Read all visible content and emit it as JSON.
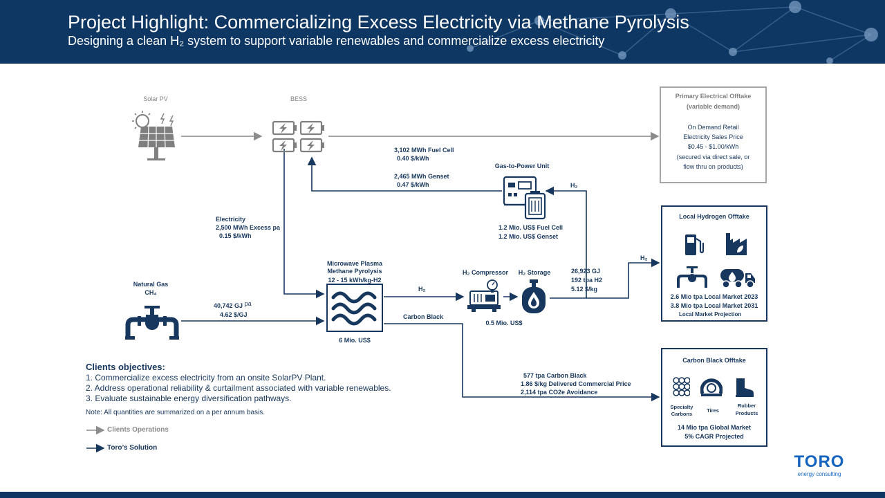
{
  "header": {
    "title": "Project Highlight: Commercializing Excess Electricity via Methane Pyrolysis",
    "subtitle": "Designing a clean H₂ system to support variable renewables and commercialize excess electricity"
  },
  "nodes": {
    "solar_pv": "Solar PV",
    "bess": "BESS",
    "natural_gas_line1": "Natural Gas",
    "natural_gas_line2": "CH₄",
    "pyrolysis_line1": "Microwave Plasma",
    "pyrolysis_line2": "Methane Pyrolysis",
    "pyrolysis_line3": "12 - 15 kWh/kg-H2",
    "pyrolysis_cost": "6 Mio. US$",
    "gas_to_power": "Gas-to-Power Unit",
    "gas_to_power_cost1": "1.2 Mio. US$ Fuel Cell",
    "gas_to_power_cost2": "1.2 Mio. US$ Genset",
    "compressor": "H₂ Compressor",
    "compressor_cost": "0.5 Mio. US$",
    "storage": "H₂ Storage"
  },
  "flows": {
    "fuel_cell_mwh": "3,102  MWh Fuel Cell",
    "fuel_cell_price": "0.40  $/kWh",
    "genset_mwh": "2,465  MWh Genset",
    "genset_price": "0.47  $/kWh",
    "electricity_title": "Electricity",
    "electricity_mwh": "2,500  MWh Excess  pa",
    "electricity_price": "0.15  $/kWh",
    "gas_gj": "40,742  GJ",
    "gas_gj_pa": "pa",
    "gas_price": "4.62  $/GJ",
    "h2_label_pyro": "H₂",
    "h2_label_g2p": "H₂",
    "h2_label_offtake": "H₂",
    "carbon_black": "Carbon Black",
    "h2_energy": "26,923 GJ",
    "h2_tpa": "192  tpa H2",
    "h2_price": "5.12  $/kg",
    "cb_tpa": "577  tpa Carbon Black",
    "cb_price": "1.86  $/kg Delivered Commercial Price",
    "cb_co2": "2,114  tpa CO2e Avoidance"
  },
  "offtakes": {
    "primary": {
      "title1": "Primary Electrical Offtake",
      "title2": "(variable demand)",
      "lines": [
        "On Demand Retail",
        "Electricity Sales Price",
        "$0.45 - $1.00/kWh",
        "(secured via direct sale, or",
        "flow thru on products)"
      ]
    },
    "hydrogen": {
      "title": "Local Hydrogen Offtake",
      "market1": "2.6 Mio tpa Local Market 2023",
      "market2": "3.8 Mio tpa Local Market 2031",
      "projection": "Local Market Projection"
    },
    "carbon": {
      "title": "Carbon Black Offtake",
      "item1_line1": "Specialty",
      "item1_line2": "Carbons",
      "item2": "Tires",
      "item3_line1": "Rubber",
      "item3_line2": "Products",
      "market1": "14 Mio tpa Global Market",
      "market2": "5% CAGR Projected"
    }
  },
  "objectives": {
    "heading": "Clients objectives:",
    "items": [
      "1. Commercialize excess electricity from an onsite SolarPV Plant.",
      "2. Address operational reliability & curtailment associated with variable renewables.",
      "3. Evaluate sustainable energy diversification pathways."
    ],
    "note": "Note: All quantities are summarized on a per annum basis."
  },
  "legend": {
    "clients": "Clients Operations",
    "toro": "Toro’s Solution"
  },
  "logo": {
    "name": "TORO",
    "tagline": "energy consulting"
  },
  "colors": {
    "navy": "#17375e",
    "banner": "#0e3764",
    "grey_line": "#8c8c8c",
    "brand_blue": "#1565c0"
  }
}
